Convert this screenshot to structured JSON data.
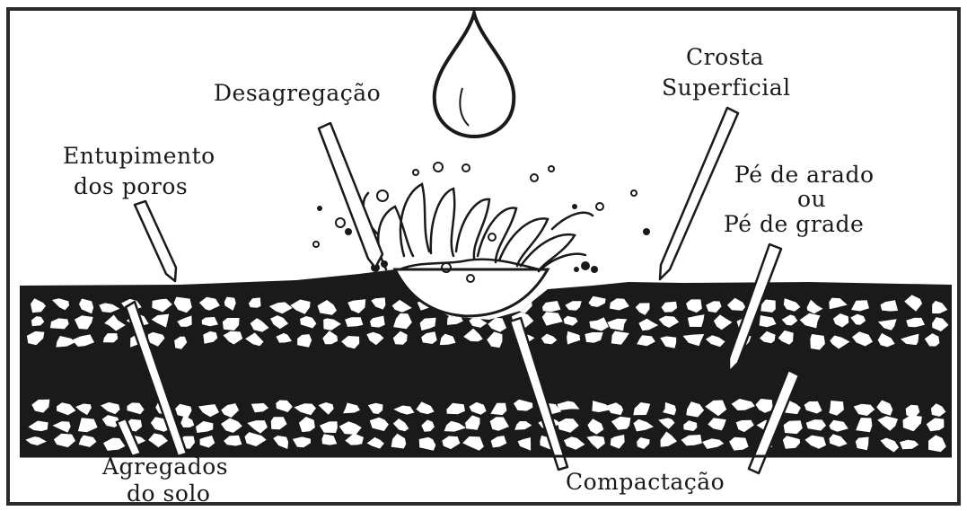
{
  "labels": {
    "desagregacao": "Desagregação",
    "crosta_line1": "Crosta",
    "crosta_line2": "Superficial",
    "entupimento_line1": "Entupimento",
    "entupimento_line2": "dos poros",
    "pe_arado_line1": "Pé de arado",
    "pe_arado_line2": "ou",
    "pe_arado_line3": "Pé de grade",
    "agregados_line1": "Agregados",
    "agregados_line2": "do solo",
    "compactacao": "Compactação"
  },
  "colors": {
    "ink": "#1a1a1a",
    "paper": "#ffffff",
    "frame": "#2a2a2a"
  },
  "icons": {
    "drop": "water-drop-icon",
    "splash": "splash-icon"
  }
}
